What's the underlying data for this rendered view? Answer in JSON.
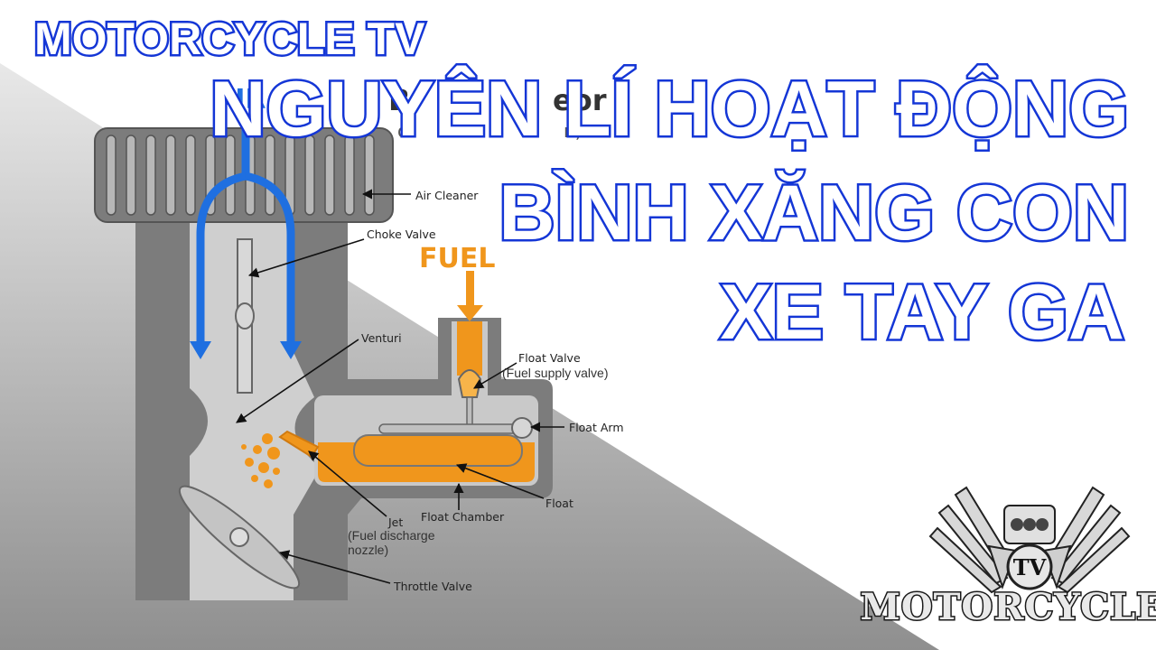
{
  "channel": {
    "name": "MOTORCYCLE TV"
  },
  "title": {
    "line1": "NGUYÊN LÍ HOẠT ĐỘNG",
    "line2": "BÌNH XĂNG CON",
    "line3": "XE TAY GA"
  },
  "diagram": {
    "air_label": "AIR",
    "fuel_label": "FUEL",
    "partial_heading": "B",
    "partial_heading_right": "eor",
    "partial_subheading": "o",
    "partial_subheading_right": "n)",
    "labels": {
      "air_cleaner": "Air Cleaner",
      "choke_valve": "Choke Valve",
      "venturi": "Venturi",
      "float_valve": "Float Valve",
      "float_valve_sub": "(Fuel supply valve)",
      "float_arm": "Float Arm",
      "float": "Float",
      "float_chamber": "Float Chamber",
      "jet": "Jet",
      "jet_sub1": "(Fuel discharge",
      "jet_sub2": "nozzle)",
      "throttle_valve": "Throttle Valve"
    },
    "colors": {
      "air": "#1f6fe0",
      "fuel": "#f0961c",
      "body": "#7c7c7c",
      "bore": "#cfcfcf"
    }
  },
  "logo": {
    "badge": "TV",
    "text": "MOTORCYCLES"
  }
}
